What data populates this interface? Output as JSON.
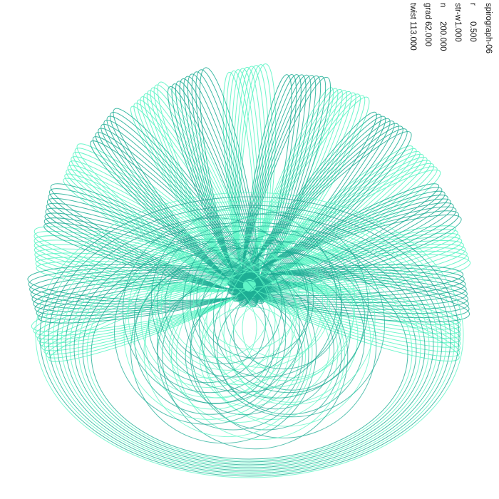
{
  "title": "spirograph-06",
  "params": [
    {
      "key": "r",
      "value": "0.500"
    },
    {
      "key": "str-w",
      "value": "1.000"
    },
    {
      "key": "n",
      "value": "200.000"
    },
    {
      "key": "grad",
      "value": "62.000"
    },
    {
      "key": "twist",
      "value": "113.000"
    }
  ],
  "colors": {
    "background": "#ffffff",
    "dark_teal": "#1fae95",
    "light_aqua": "#5ff5c6"
  }
}
